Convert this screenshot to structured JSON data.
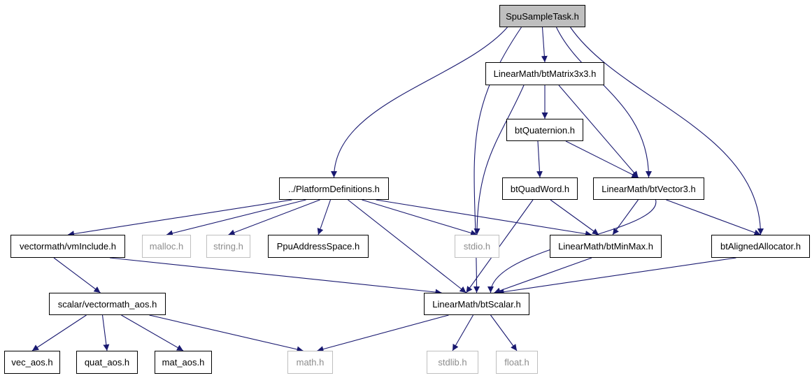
{
  "diagram": {
    "edge_color": "#191970",
    "root_fill": "#bfbfbf",
    "missing_color": "#bfbfbf",
    "nodes": [
      {
        "id": "spu",
        "label": "SpuSampleTask.h",
        "kind": "root"
      },
      {
        "id": "matrix",
        "label": "LinearMath/btMatrix3x3.h",
        "kind": "file"
      },
      {
        "id": "quat",
        "label": "btQuaternion.h",
        "kind": "file"
      },
      {
        "id": "platform",
        "label": "../PlatformDefinitions.h",
        "kind": "file"
      },
      {
        "id": "quadword",
        "label": "btQuadWord.h",
        "kind": "file"
      },
      {
        "id": "vector3",
        "label": "LinearMath/btVector3.h",
        "kind": "file"
      },
      {
        "id": "vminclude",
        "label": "vectormath/vmInclude.h",
        "kind": "file"
      },
      {
        "id": "malloc",
        "label": "malloc.h",
        "kind": "missing"
      },
      {
        "id": "string",
        "label": "string.h",
        "kind": "missing"
      },
      {
        "id": "ppu",
        "label": "PpuAddressSpace.h",
        "kind": "file"
      },
      {
        "id": "stdio",
        "label": "stdio.h",
        "kind": "missing"
      },
      {
        "id": "minmax",
        "label": "LinearMath/btMinMax.h",
        "kind": "file"
      },
      {
        "id": "aligned",
        "label": "btAlignedAllocator.h",
        "kind": "file"
      },
      {
        "id": "vmaos",
        "label": "scalar/vectormath_aos.h",
        "kind": "file"
      },
      {
        "id": "scalar",
        "label": "LinearMath/btScalar.h",
        "kind": "file"
      },
      {
        "id": "vecaos",
        "label": "vec_aos.h",
        "kind": "file"
      },
      {
        "id": "quataos",
        "label": "quat_aos.h",
        "kind": "file"
      },
      {
        "id": "mataos",
        "label": "mat_aos.h",
        "kind": "file"
      },
      {
        "id": "math",
        "label": "math.h",
        "kind": "missing"
      },
      {
        "id": "stdlib",
        "label": "stdlib.h",
        "kind": "missing"
      },
      {
        "id": "float",
        "label": "float.h",
        "kind": "missing"
      }
    ],
    "edges": [
      [
        "spu",
        "matrix"
      ],
      [
        "spu",
        "platform"
      ],
      [
        "spu",
        "scalar"
      ],
      [
        "spu",
        "vector3"
      ],
      [
        "spu",
        "aligned"
      ],
      [
        "matrix",
        "quat"
      ],
      [
        "matrix",
        "vector3"
      ],
      [
        "matrix",
        "stdio"
      ],
      [
        "quat",
        "quadword"
      ],
      [
        "quat",
        "vector3"
      ],
      [
        "quadword",
        "minmax"
      ],
      [
        "quadword",
        "scalar"
      ],
      [
        "vector3",
        "minmax"
      ],
      [
        "vector3",
        "aligned"
      ],
      [
        "vector3",
        "scalar"
      ],
      [
        "platform",
        "vminclude"
      ],
      [
        "platform",
        "malloc"
      ],
      [
        "platform",
        "string"
      ],
      [
        "platform",
        "ppu"
      ],
      [
        "platform",
        "stdio"
      ],
      [
        "platform",
        "minmax"
      ],
      [
        "platform",
        "scalar"
      ],
      [
        "minmax",
        "scalar"
      ],
      [
        "aligned",
        "scalar"
      ],
      [
        "vminclude",
        "vmaos"
      ],
      [
        "vminclude",
        "scalar"
      ],
      [
        "vmaos",
        "vecaos"
      ],
      [
        "vmaos",
        "quataos"
      ],
      [
        "vmaos",
        "mataos"
      ],
      [
        "vmaos",
        "math"
      ],
      [
        "scalar",
        "math"
      ],
      [
        "scalar",
        "stdlib"
      ],
      [
        "scalar",
        "float"
      ]
    ]
  }
}
